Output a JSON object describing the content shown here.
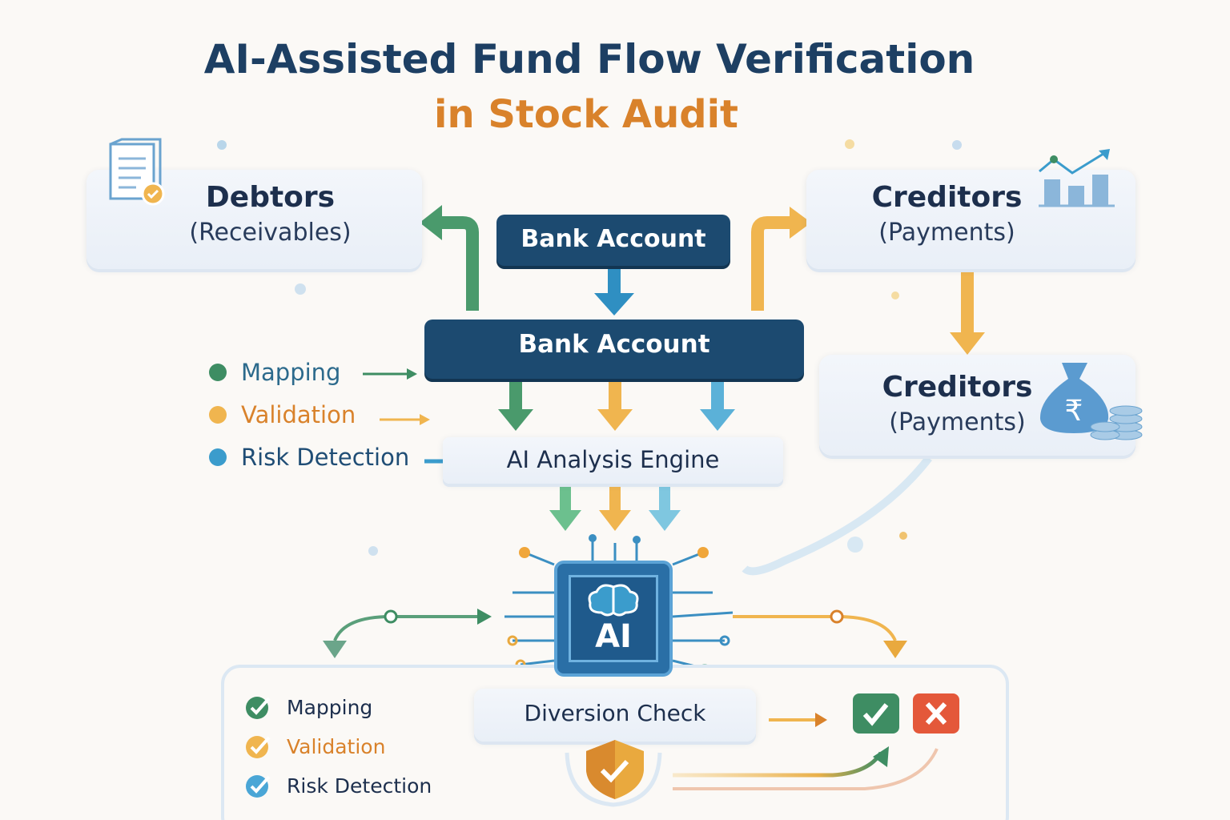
{
  "title": {
    "line1": "AI-Assisted Fund Flow Verification",
    "line2": "in Stock Audit"
  },
  "debtors": {
    "title": "Debtors",
    "subtitle": "(Receivables)"
  },
  "creditors_top": {
    "title": "Creditors",
    "subtitle": "(Payments)"
  },
  "creditors_bottom": {
    "title": "Creditors",
    "subtitle": "(Payments)"
  },
  "bank_account_top": "Bank Account",
  "bank_account_main": "Bank Account",
  "legend": [
    {
      "label": "Mapping",
      "color": "#3e8d63"
    },
    {
      "label": "Validation",
      "color": "#e9a93e"
    },
    {
      "label": "Risk Detection",
      "color": "#3b9ccc"
    }
  ],
  "ai_engine": "AI Analysis Engine",
  "chip_label": "AI",
  "diversion_check": "Diversion Check",
  "checklist": [
    {
      "label": "Mapping",
      "color": "#3e8d63"
    },
    {
      "label": "Validation",
      "color": "#e9a93e"
    },
    {
      "label": "Risk Detection",
      "color": "#3b9ccc"
    }
  ],
  "colors": {
    "navy": "#1c4a70",
    "orange": "#d9822b",
    "green": "#3e8d63",
    "red": "#e4583a"
  }
}
